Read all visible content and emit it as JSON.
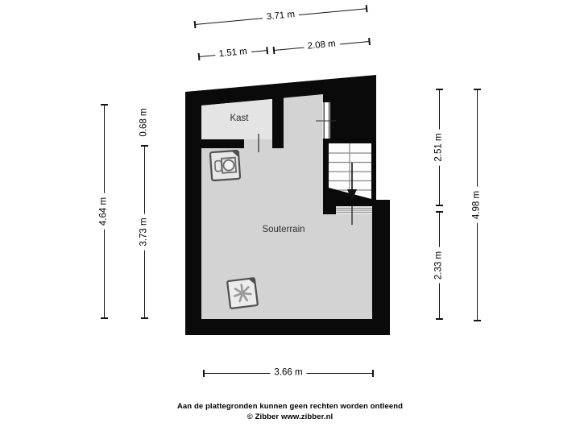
{
  "plan": {
    "type": "floorplan",
    "rooms": {
      "kast": {
        "label": "Kast"
      },
      "souterrain": {
        "label": "Souterrain"
      }
    },
    "dimensions": {
      "top_total": "3.71 m",
      "top_left": "1.51 m",
      "top_right": "2.08 m",
      "left_outer": "4.64 m",
      "left_inner_top": "0.68 m",
      "left_inner_bottom": "3.73 m",
      "right_inner_top": "2.51 m",
      "right_inner_bottom": "2.33 m",
      "right_outer": "4.98 m",
      "bottom": "3.66 m"
    },
    "icons": [
      "washing-machine-icon",
      "ventilation-icon",
      "stairs-down-arrow-icon",
      "window-icon"
    ],
    "colors": {
      "wall": "#0a0a0a",
      "room_fill": "#d3d3d3",
      "kast_fill": "#e4e4e4",
      "stair_fill": "#fdfdfd",
      "dimension_line": "#141414"
    }
  },
  "footer": {
    "disclaimer": "Aan de plattegronden kunnen geen rechten worden ontleend",
    "copyright": "© Zibber www.zibber.nl"
  }
}
